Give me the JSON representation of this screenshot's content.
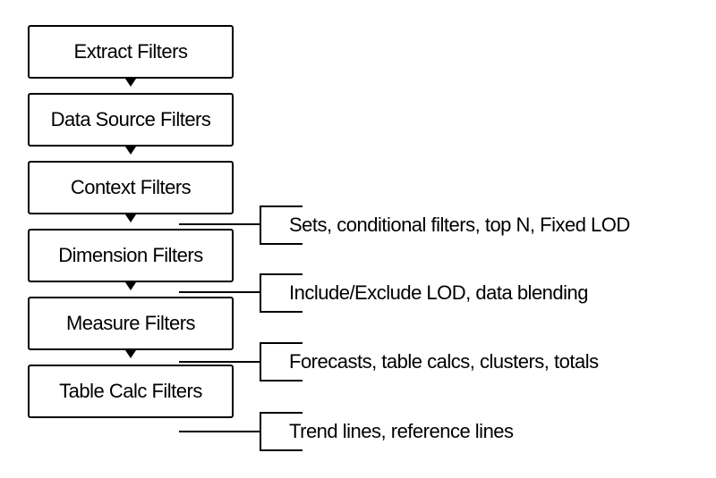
{
  "diagram": {
    "flow_boxes": [
      {
        "label": "Extract Filters"
      },
      {
        "label": "Data Source Filters"
      },
      {
        "label": "Context Filters"
      },
      {
        "label": "Dimension Filters"
      },
      {
        "label": "Measure Filters"
      },
      {
        "label": "Table Calc Filters"
      }
    ],
    "annotations": [
      {
        "label": "Sets, conditional filters, top N, Fixed LOD"
      },
      {
        "label": "Include/Exclude LOD, data blending"
      },
      {
        "label": "Forecasts, table calcs, clusters, totals"
      },
      {
        "label": "Trend lines, reference lines"
      }
    ],
    "colors": {
      "stroke": "#000000",
      "text": "#000000",
      "background": "#ffffff"
    }
  }
}
